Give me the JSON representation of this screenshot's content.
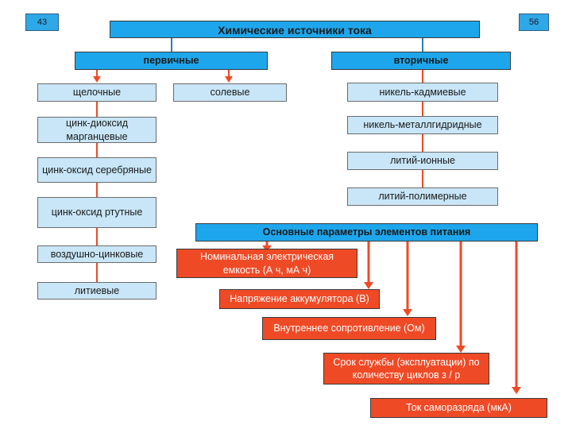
{
  "page_number_left": "43",
  "page_number_right": "56",
  "title": "Химические источники тока",
  "categories": {
    "primary": "первичные",
    "secondary": "вторичные"
  },
  "primary_types": {
    "alkaline": "щелочные",
    "saline": "солевые",
    "zinc_manganese": "цинк-диоксид марганцевые",
    "zinc_silver": "цинк-оксид серебряные",
    "zinc_mercury": "цинк-оксид ртутные",
    "zinc_air": "воздушно-цинковые",
    "lithium": "литиевые"
  },
  "secondary_types": {
    "nicd": "никель-кадмиевые",
    "nimh": "никель-металлгидридные",
    "li_ion": "литий-ионные",
    "li_polymer": "литий-полимерные"
  },
  "parameters": {
    "heading": "Основные параметры элементов питания",
    "capacity": "Номинальная электрическая емкость (А ч, мА ч)",
    "voltage": "Напряжение аккумулятора (В)",
    "resistance": "Внутреннее сопротивление (Ом)",
    "service_life": "Срок службы (эксплуатации) по количеству циклов з / р",
    "self_discharge": "Ток саморазряда (мкА)"
  },
  "colors": {
    "title_box": "#1ea6ec",
    "category_box": "#1ea6ec",
    "type_box": "#c8e6f7",
    "parameter_box": "#ef4a26",
    "connector": "#ef4a26"
  }
}
